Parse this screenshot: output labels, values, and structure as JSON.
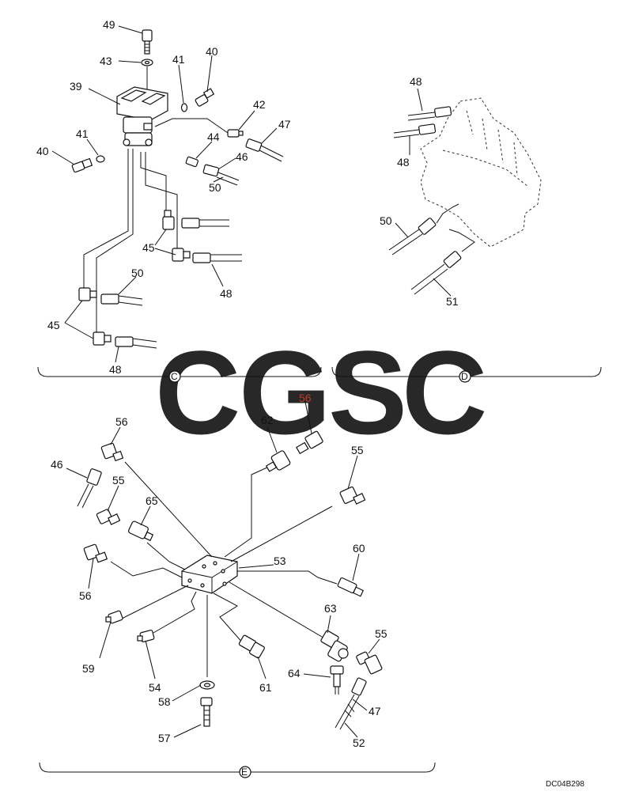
{
  "watermark": {
    "letters": [
      {
        "char": "C",
        "color": "#5b9bf5"
      },
      {
        "char": "G",
        "color": "#f57f72"
      },
      {
        "char": "S",
        "color": "#fddc6a"
      },
      {
        "char": "C",
        "color": "#5cb788"
      }
    ]
  },
  "section_markers": {
    "c": "C",
    "d": "D",
    "e": "E"
  },
  "drawing_code": "DC04B298",
  "labels": {
    "l49": "49",
    "l43": "43",
    "l41a": "41",
    "l40a": "40",
    "l39": "39",
    "l42": "42",
    "l47a": "47",
    "l41b": "41",
    "l40b": "40",
    "l44": "44",
    "l46a": "46",
    "l50a": "50",
    "l45a": "45",
    "l48a": "48",
    "l50b": "50",
    "l45b": "45",
    "l48b": "48",
    "l48c": "48",
    "l48d": "48",
    "l50c": "50",
    "l51": "51",
    "l56a": "56",
    "l62": "62",
    "l56b": "56",
    "l55a": "55",
    "l46b": "46",
    "l55b": "55",
    "l65": "65",
    "l53": "53",
    "l56c": "56",
    "l60": "60",
    "l63": "63",
    "l55c": "55",
    "l59": "59",
    "l54": "54",
    "l61": "61",
    "l64": "64",
    "l58": "58",
    "l47b": "47",
    "l57": "57",
    "l52": "52"
  }
}
